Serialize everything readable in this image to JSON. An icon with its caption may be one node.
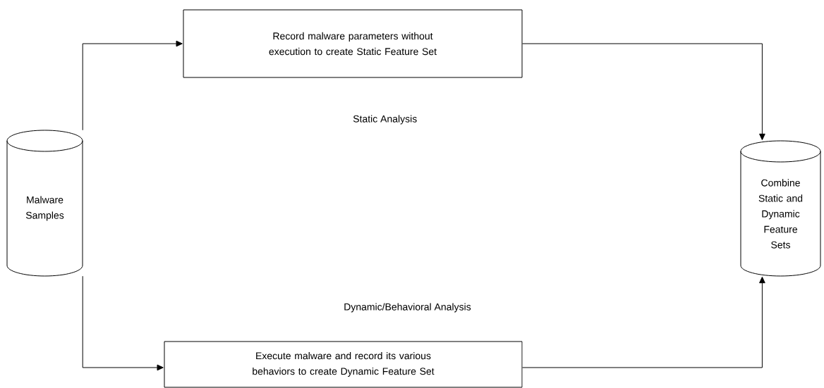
{
  "diagram": {
    "nodes": [
      {
        "text": [
          "Malware Samples"
        ]
      },
      {
        "text": [
          "Record malware parameters without execution to create Static Feature Set"
        ],
        "beside": [
          "Static Analysis"
        ]
      },
      {
        "text": [
          "Execute malware and record its various behaviors to create Dynamic Feature Set"
        ],
        "beside": [
          "Dynamic/Behavioral Analysis"
        ]
      },
      {
        "text": [
          "Combine Static and Dynamic Feature Sets"
        ]
      }
    ],
    "edges": [
      {
        "from": 0,
        "to": 1,
        "arrow": "to"
      },
      {
        "from": 0,
        "to": 2,
        "arrow": "to"
      },
      {
        "from": 1,
        "to": 3,
        "arrow": "to"
      },
      {
        "from": 2,
        "to": 3,
        "arrow": "to"
      }
    ]
  }
}
